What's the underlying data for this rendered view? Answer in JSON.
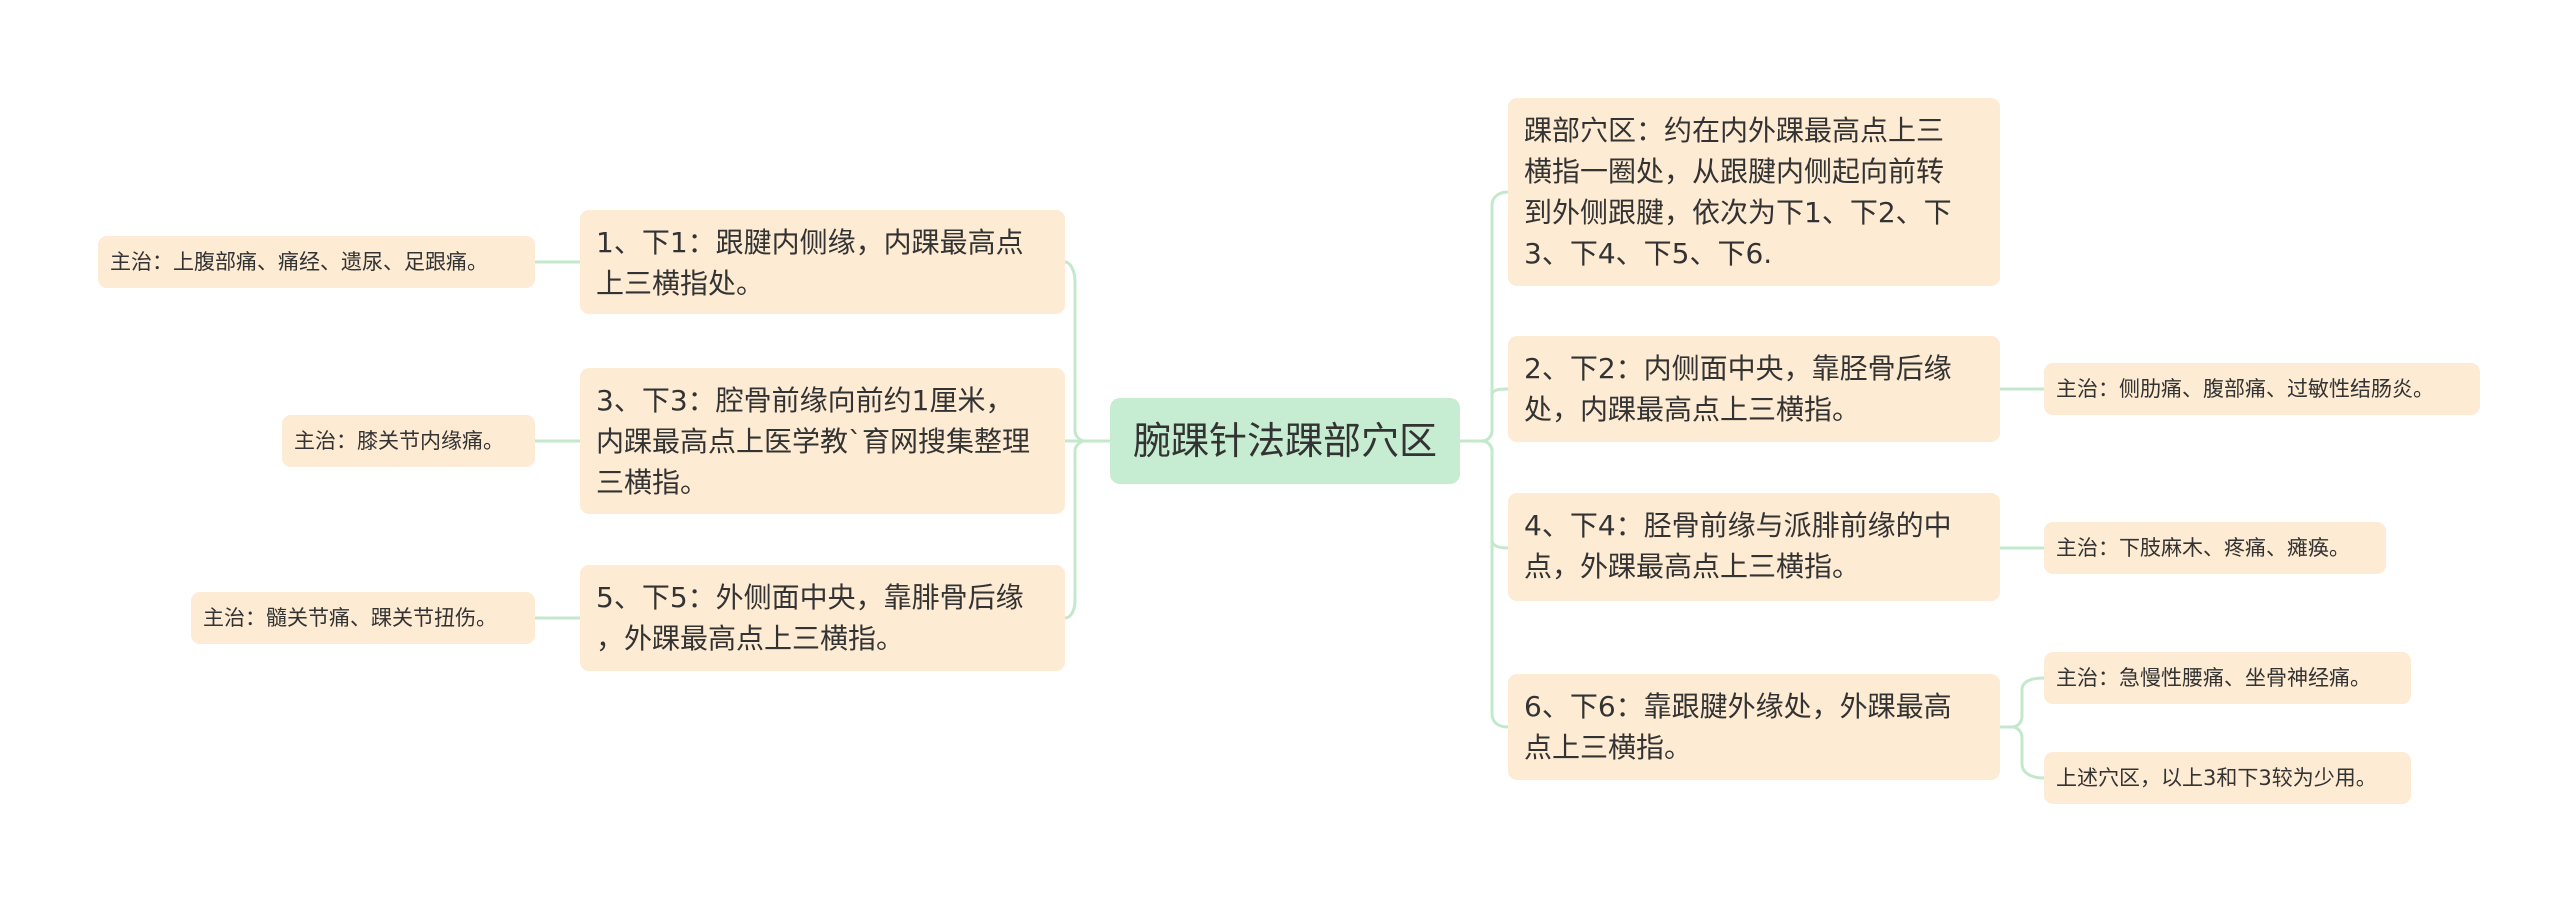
{
  "root": {
    "label": "腕踝针法踝部穴区"
  },
  "left": [
    {
      "text": "1、下1：跟腱内侧缘，内踝最高点\n上三横指处。",
      "note": "主治：上腹部痛、痛经、遗尿、足跟痛。"
    },
    {
      "text": "3、下3：腔骨前缘向前约1厘米，\n内踝最高点上医学教`育网搜集整理\n三横指。",
      "note": "主治：膝关节内缘痛。"
    },
    {
      "text": "5、下5：外侧面中央，靠腓骨后缘\n，外踝最高点上三横指。",
      "note": "主治：髓关节痛、踝关节扭伤。"
    }
  ],
  "right": [
    {
      "text": "踝部穴区：约在内外踝最高点上三\n横指一圈处，从跟腱内侧起向前转\n到外侧跟腱，依次为下1、下2、下\n3、下4、下5、下6."
    },
    {
      "text": "2、下2：内侧面中央，靠胫骨后缘\n处，内踝最高点上三横指。",
      "note": "主治：侧肋痛、腹部痛、过敏性结肠炎。"
    },
    {
      "text": "4、下4：胫骨前缘与派腓前缘的中\n点，外踝最高点上三横指。",
      "note": "主治：下肢麻木、疼痛、瘫痪。"
    },
    {
      "text": "6、下6：靠跟腱外缘处，外踝最高\n点上三横指。",
      "notes": [
        "主治：急慢性腰痛、坐骨神经痛。",
        "上述穴区，以上3和下3较为少用。"
      ]
    }
  ],
  "colors": {
    "root_fill": "#c6ecd1",
    "node_fill": "#fdebd3",
    "connector": "#c4e8cc",
    "text": "#333333"
  }
}
